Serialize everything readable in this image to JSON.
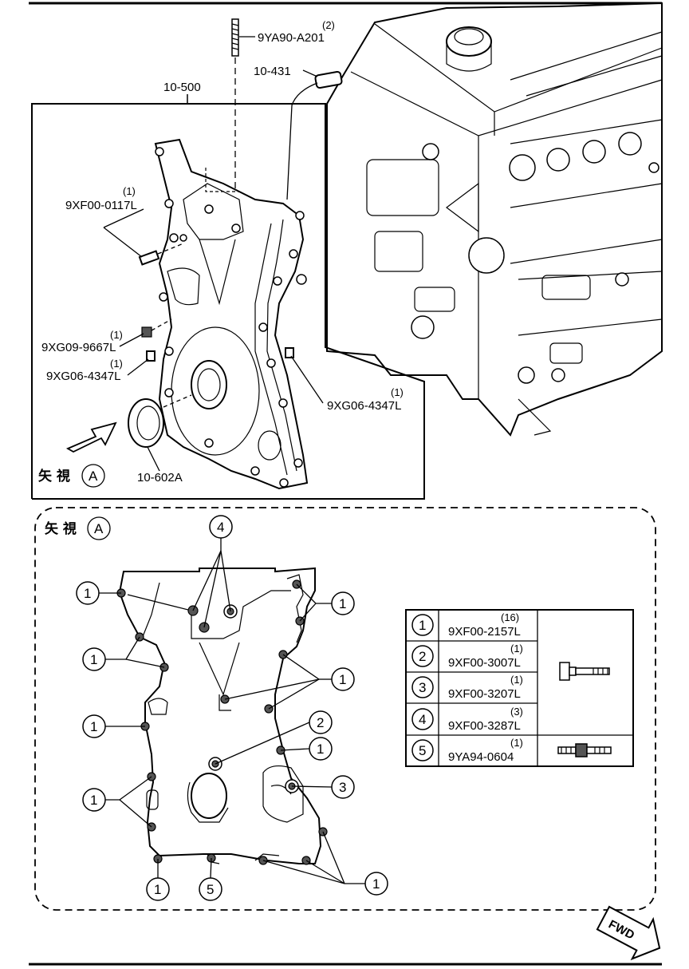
{
  "top_view": {
    "assembly_label": "10-500",
    "view_label_prefix": "矢 視",
    "view_letter": "A",
    "callouts": [
      {
        "part": "9YA90-A201",
        "qty": "(2)"
      },
      {
        "part": "10-431",
        "qty": ""
      },
      {
        "part": "9XF00-0117L",
        "qty": "(1)"
      },
      {
        "part": "9XG09-9667L",
        "qty": "(1)"
      },
      {
        "part": "9XG06-4347L",
        "qty": "(1)"
      },
      {
        "part": "9XG06-4347L",
        "qty": "(1)"
      },
      {
        "part": "10-602A",
        "qty": ""
      }
    ]
  },
  "detail_view": {
    "title_prefix": "矢 視",
    "title_letter": "A",
    "callout_marks": [
      "1",
      "2",
      "3",
      "4",
      "5"
    ]
  },
  "legend": [
    {
      "mark": "1",
      "qty": "(16)",
      "part": "9XF00-2157L"
    },
    {
      "mark": "2",
      "qty": "(1)",
      "part": "9XF00-3007L"
    },
    {
      "mark": "3",
      "qty": "(1)",
      "part": "9XF00-3207L"
    },
    {
      "mark": "4",
      "qty": "(3)",
      "part": "9XF00-3287L"
    },
    {
      "mark": "5",
      "qty": "(1)",
      "part": "9YA94-0604"
    }
  ],
  "fwd_label": "FWD"
}
